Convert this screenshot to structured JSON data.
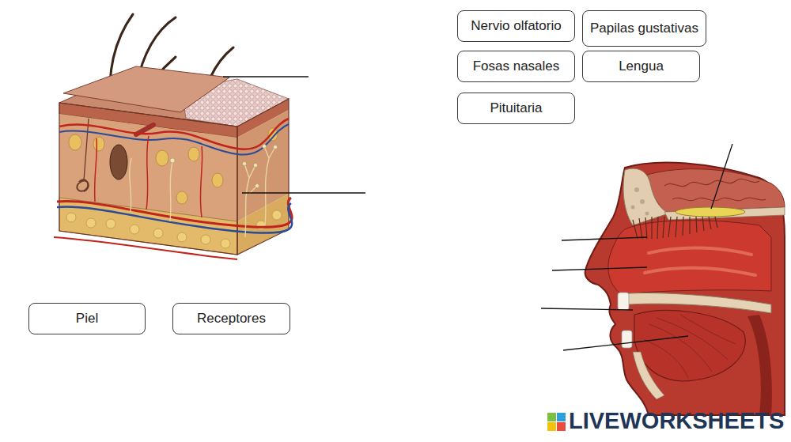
{
  "diagram": {
    "nodes": [
      {
        "text": [
          "Nervio olfatorio"
        ]
      },
      {
        "text": [
          "Papilas gustativas"
        ]
      },
      {
        "text": [
          "Fosas nasales"
        ]
      },
      {
        "text": [
          "Lengua"
        ]
      },
      {
        "text": [
          "Pituitaria"
        ]
      },
      {
        "text": [
          "Piel"
        ]
      },
      {
        "text": [
          "Receptores"
        ]
      }
    ],
    "labels": [
      "LIVEWORKSHEETS"
    ]
  }
}
